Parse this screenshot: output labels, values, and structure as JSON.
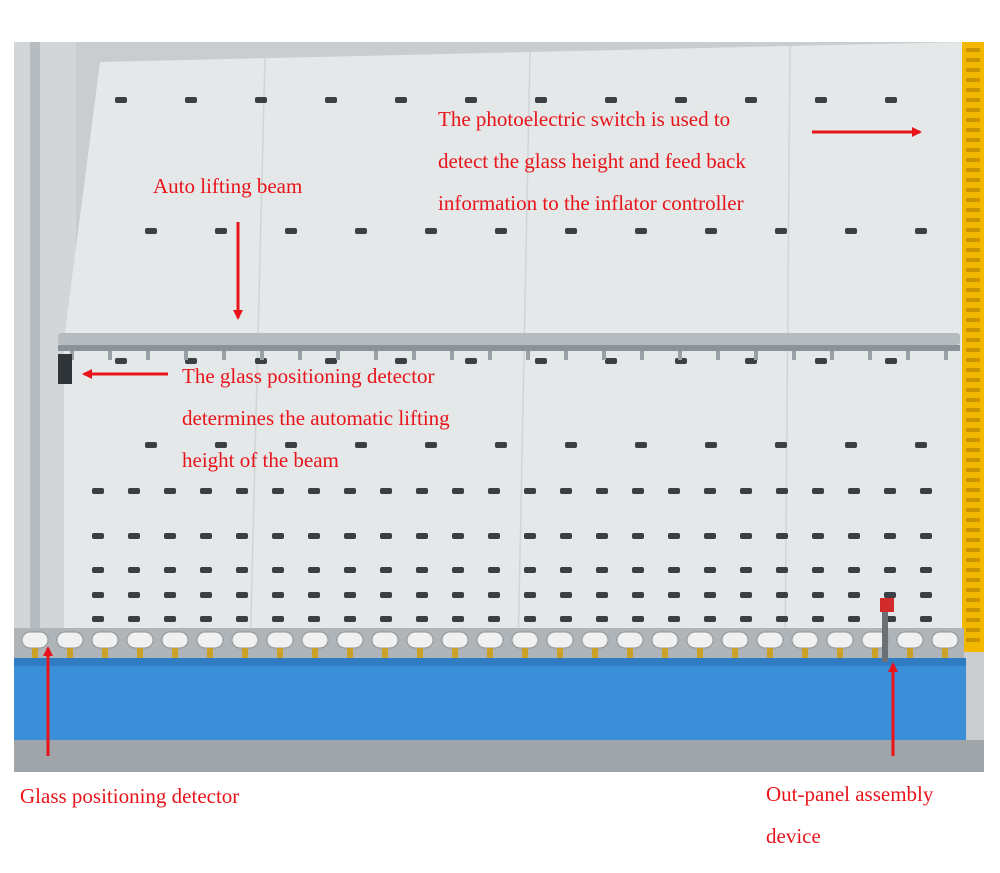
{
  "colors": {
    "annotation": "#e8141a",
    "panel": "#e4e8e9",
    "frame": "#b9bec2",
    "base": "#3a8fd8",
    "yellow_rail": "#f2b800",
    "roller": "#f0f0f0"
  },
  "annotations": {
    "photoelectric": {
      "lines": [
        "The photoelectric switch is used to",
        "detect the glass height and feed back",
        "information to the inflator controller"
      ]
    },
    "beam": {
      "text": "Auto lifting beam"
    },
    "positioning_detector_beam": {
      "lines": [
        "The glass positioning detector",
        "determines the automatic lifting",
        "height of the beam"
      ]
    },
    "glass_positioning": {
      "text": "Glass positioning detector"
    },
    "out_panel": {
      "lines": [
        "Out-panel assembly",
        "device"
      ]
    }
  }
}
